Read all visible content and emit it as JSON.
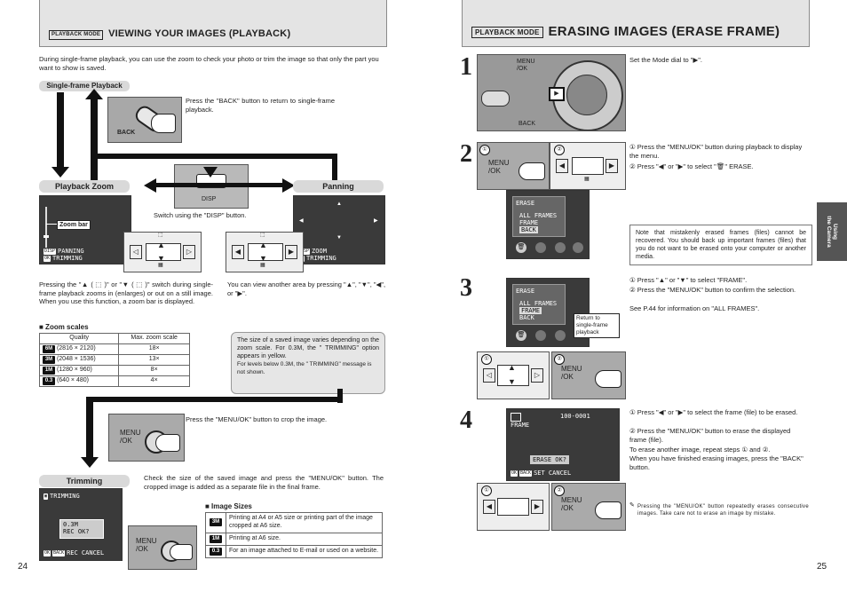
{
  "left": {
    "mode_tag": "PLAYBACK MODE",
    "title": "VIEWING YOUR IMAGES (PLAYBACK)",
    "intro": "During single-frame playback, you can use the zoom to check your photo or trim the image so that only the part you want to show is saved.",
    "single_frame_label": "Single-frame Playback",
    "back_text": "Press the \"BACK\" button to return to single-frame playback.",
    "back_button_label": "BACK",
    "disp_label": "DISP",
    "switch_text": "Switch using the \"DISP\" button.",
    "playback_zoom_label": "Playback Zoom",
    "panning_label": "Panning",
    "zoom_bar_label": "Zoom bar",
    "lcd_zoom_lines": [
      "PANNING",
      "TRIMMING"
    ],
    "lcd_zoom_tags": [
      "DISP",
      "OK"
    ],
    "lcd_pan_lines": [
      "ZOOM",
      "TRIMMING"
    ],
    "lcd_pan_tags": [
      "DISP",
      "OK"
    ],
    "zoom_desc": "Pressing the \"▲ ( ⬚ )\" or \"▼ ( ⬚ )\" switch during single-frame playback zooms in (enlarges) or out on a still image. When you use this function, a zoom bar is displayed.",
    "pan_desc": "You can view another area by pressing \"▲\", \"▼\", \"◀\", or \"▶\".",
    "zoom_scales_title": "■ Zoom scales",
    "zoom_table_headers": [
      "Quality",
      "Max. zoom scale"
    ],
    "zoom_table_rows": [
      {
        "icon": "6M",
        "res": "(2816 × 2120)",
        "scale": "18×"
      },
      {
        "icon": "3M",
        "res": "(2048 × 1536)",
        "scale": "13×"
      },
      {
        "icon": "1M",
        "res": "(1280 × 960)",
        "scale": "8×"
      },
      {
        "icon": "0.3",
        "res": "(640 × 480)",
        "scale": "4×"
      }
    ],
    "size_note": "The size of a saved image varies depending on the zoom scale. For 0.3M, the \"    TRIMMING\" option appears in yellow.",
    "size_note2": "For levels below 0.3M, the \"    TRIMMING\" message is not shown.",
    "menu_label": "MENU\n/OK",
    "crop_text": "Press the \"MENU/OK\" button to crop the image.",
    "trimming_label": "Trimming",
    "trim_lcd_title": "TRIMMING",
    "trim_lcd_msg": "0.3M\nREC OK?",
    "trim_lcd_bottom": "REC  CANCEL",
    "trim_lcd_tags": [
      "OK",
      "BACK"
    ],
    "trim_desc": "Check the size of the saved image and press the \"MENU/OK\" button. The cropped image is added as a separate file in the final frame.",
    "image_sizes_title": "■ Image Sizes",
    "image_sizes": [
      {
        "icon": "3M",
        "text": "Printing at A4 or A5 size or printing part of the image cropped at A6 size."
      },
      {
        "icon": "1M",
        "text": "Printing at A6 size."
      },
      {
        "icon": "0.3",
        "text": "For an image attached to E-mail or used on a website."
      }
    ],
    "page_num": "24"
  },
  "right": {
    "mode_tag": "PLAYBACK MODE",
    "title": "ERASING IMAGES (ERASE FRAME)",
    "step1_num": "1",
    "step1_text": "Set the Mode dial to \"▶\".",
    "step1_menu": "MENU\n/OK",
    "step1_back": "BACK",
    "step2_num": "2",
    "step2_text1": "① Press the \"MENU/OK\" button during playback to display the menu.",
    "step2_text2": "② Press \"◀\" or \"▶\" to select \"🗑\" ERASE.",
    "step2_menu": "MENU\n/OK",
    "step2_lcd_title": "ERASE",
    "step2_lcd_items": [
      "ALL FRAMES",
      "FRAME",
      "BACK"
    ],
    "warning_note": "Note that mistakenly erased frames (files) cannot be recovered. You should back up important frames (files) that you do not want to be erased onto your computer or another media.",
    "step3_num": "3",
    "step3_text1": "① Press \"▲\" or \"▼\" to select \"FRAME\".",
    "step3_text2": "② Press the \"MENU/OK\" button to confirm the selection.",
    "step3_text3": "See P.44 for information on \"ALL FRAMES\".",
    "step3_lcd_title": "ERASE",
    "step3_lcd_items": [
      "ALL FRAMES",
      "FRAME",
      "BACK"
    ],
    "step3_callout": "Return to single-frame playback",
    "step3_menu": "MENU\n/OK",
    "step4_num": "4",
    "step4_text1": "① Press \"◀\" or \"▶\" to select the frame (file) to be erased.",
    "step4_text2": "② Press the \"MENU/OK\" button to erase the displayed frame (file).",
    "step4_text3": "To erase another image, repeat steps ① and ②.",
    "step4_text4": "When you have finished erasing images, press the \"BACK\" button.",
    "step4_lcd_frame": "FRAME",
    "step4_lcd_num": "100-0001",
    "step4_lcd_msg": "ERASE OK?",
    "step4_lcd_bottom": "SET   CANCEL",
    "step4_lcd_tags": [
      "OK",
      "BACK"
    ],
    "step4_menu": "MENU\n/OK",
    "tip": "Pressing the \"MENU/OK\" button repeatedly erases consecutive images. Take care not to erase an image by mistake.",
    "side_tab": "Using\nthe Camera",
    "page_num": "25",
    "circled_1": "①",
    "circled_2": "②"
  }
}
